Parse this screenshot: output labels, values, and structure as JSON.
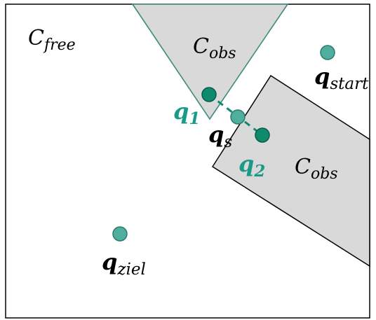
{
  "colors": {
    "border": "#000000",
    "obstacle_fill": "#d9d9d9",
    "triangle_stroke": "#3e8a7c",
    "point_fill": "#4fae9e",
    "point_stroke": "#2e7a6c",
    "point_dark_fill": "#0e8a6c",
    "label_teal": "#1a9a88",
    "label_black": "#000000"
  },
  "labels": {
    "c_free": {
      "main": "C",
      "sub": "free"
    },
    "c_obs_1": {
      "main": "C",
      "sub": "obs"
    },
    "c_obs_2": {
      "main": "C",
      "sub": "obs"
    },
    "q_start": {
      "main": "q",
      "sub": "start"
    },
    "q_1": {
      "main": "q",
      "sub": "1"
    },
    "q_s": {
      "main": "q",
      "sub": "s"
    },
    "q_2": {
      "main": "q",
      "sub": "2"
    },
    "q_ziel": {
      "main": "q",
      "sub": "ziel"
    }
  }
}
